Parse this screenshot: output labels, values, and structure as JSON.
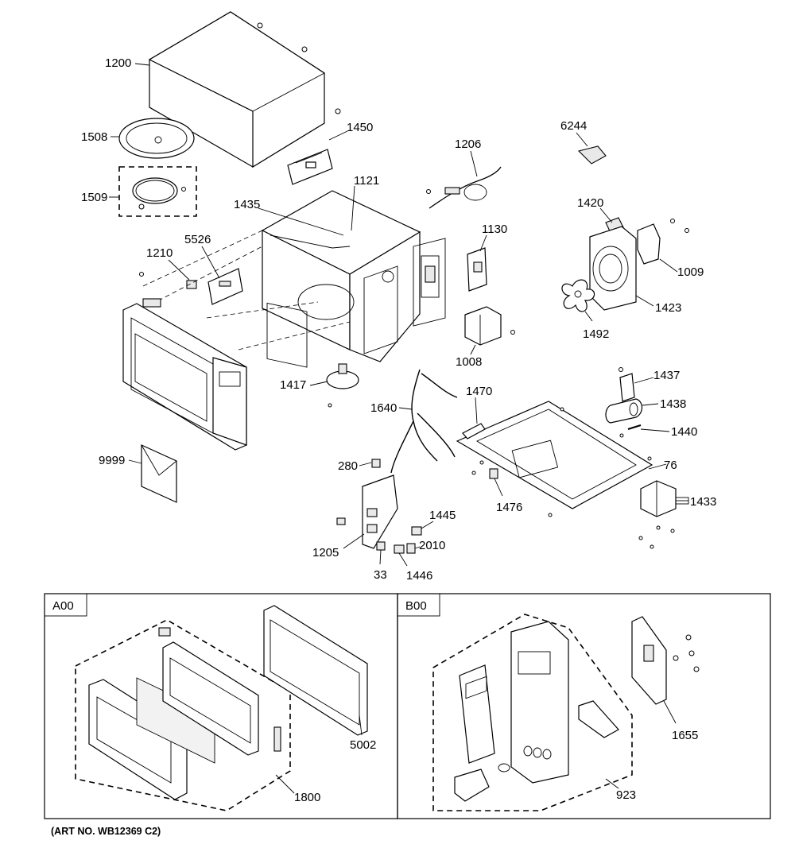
{
  "callouts": {
    "c1200": "1200",
    "c1508": "1508",
    "c1509": "1509",
    "c1450": "1450",
    "c1206": "1206",
    "c6244": "6244",
    "c1121": "1121",
    "c1435": "1435",
    "c5526": "5526",
    "c1210": "1210",
    "c1130": "1130",
    "c1420": "1420",
    "c1009": "1009",
    "c1423": "1423",
    "c1492": "1492",
    "c1008": "1008",
    "c1417": "1417",
    "c1437": "1437",
    "c1438": "1438",
    "c1440": "1440",
    "c1640": "1640",
    "c1470": "1470",
    "c76": "76",
    "c1433": "1433",
    "c9999": "9999",
    "c280": "280",
    "c1476": "1476",
    "c1445": "1445",
    "c1205": "1205",
    "c2010": "2010",
    "c33": "33",
    "c1446": "1446",
    "c1800": "1800",
    "c5002": "5002",
    "c1655": "1655",
    "c923": "923"
  },
  "boxes": {
    "a00": "A00",
    "b00": "B00"
  },
  "art_number": "(ART NO. WB12369 C2)"
}
